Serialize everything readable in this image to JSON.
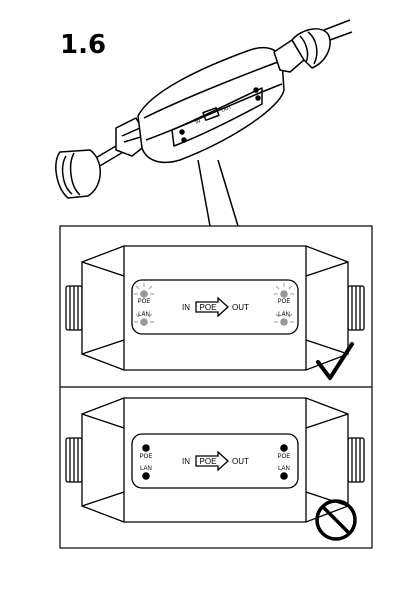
{
  "step_number": "1.6",
  "device_labels": {
    "in": "IN",
    "poe_arrow": "POE",
    "out": "OUT",
    "led_poe": "POE",
    "led_lan": "LAN"
  },
  "panels": [
    {
      "state": "leds-on",
      "indicator": "check-icon"
    },
    {
      "state": "leds-off",
      "indicator": "prohibited-icon"
    }
  ],
  "colors": {
    "stroke": "#000000",
    "led_off": "#000000",
    "led_on": "#999999",
    "background": "#ffffff"
  }
}
